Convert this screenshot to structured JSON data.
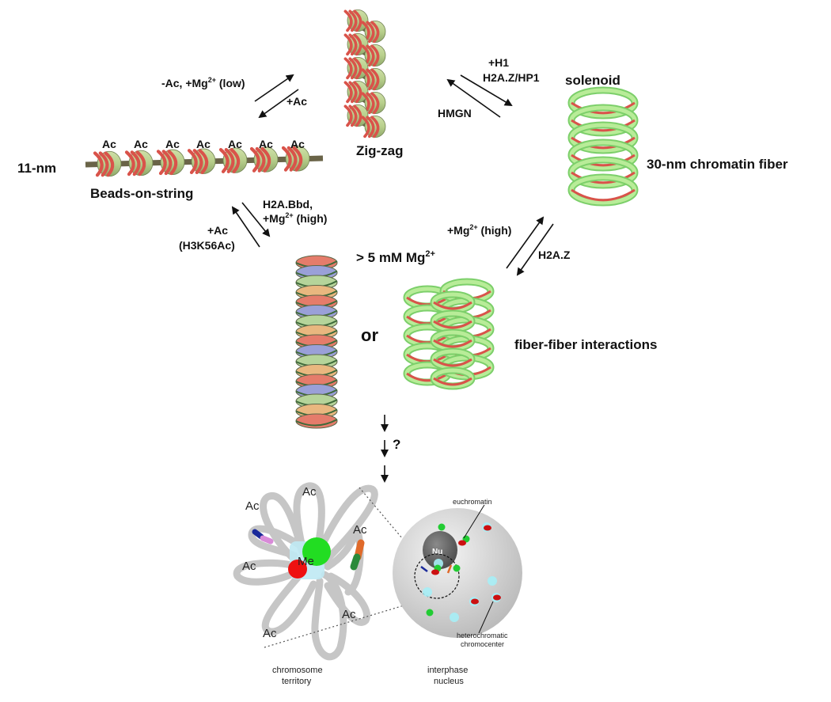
{
  "states": {
    "eleven_nm": "11-nm",
    "beads": "Beads-on-string",
    "zigzag": "Zig-zag",
    "solenoid": "solenoid",
    "fiber30": "30-nm chromatin fiber",
    "mg5": "> 5 mM Mg",
    "mg5_sup": "2+",
    "or": "or",
    "fiberfiber": "fiber-fiber interactions"
  },
  "bead_label": "Ac",
  "transitions": {
    "beads_to_zigzag": {
      "part1": "-Ac, +Mg",
      "sup": "2+",
      "part2": " (low)"
    },
    "zigzag_to_beads": "+Ac",
    "zigzag_to_solenoid_1": "+H1",
    "zigzag_to_solenoid_2": "H2A.Z/HP1",
    "solenoid_to_zigzag": "HMGN",
    "beads_down_1": "H2A.Bbd,",
    "beads_down_2": {
      "part1": "+Mg",
      "sup": "2+",
      "part2": " (high)"
    },
    "up_to_beads_1": "+Ac",
    "up_to_beads_2": "(H3K56Ac)",
    "to_solenoid": {
      "part1": "+Mg",
      "sup": "2+",
      "part2": " (high)"
    },
    "from_solenoid": "H2A.Z",
    "question": "?"
  },
  "territory": {
    "ac_labels": [
      "Ac",
      "Ac",
      "Ac",
      "Ac",
      "Ac",
      "Ac"
    ],
    "me_label": "Me",
    "caption_1": "chromosome",
    "caption_2": "territory"
  },
  "nucleus": {
    "nu_label": "Nu",
    "euchromatin": "euchromatin",
    "hetero_1": "heterochromatic",
    "hetero_2": "chromocenter",
    "caption_1": "interphase",
    "caption_2": "nucleus"
  }
}
